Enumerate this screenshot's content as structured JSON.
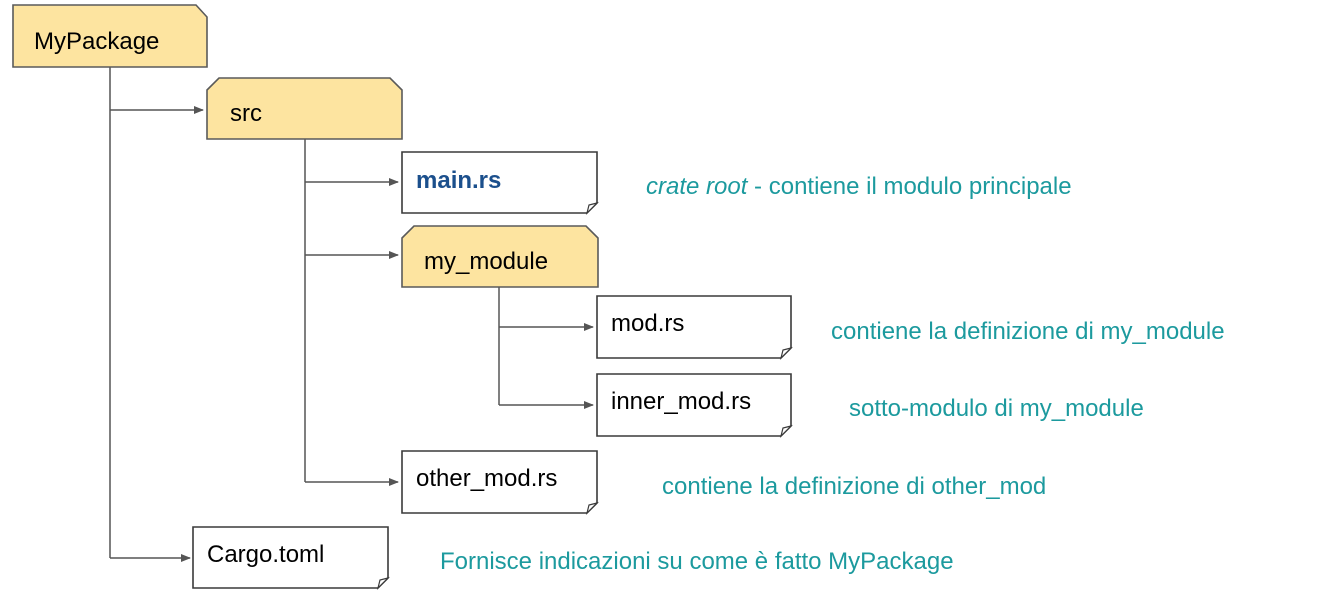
{
  "tree": {
    "root": {
      "label": "MyPackage"
    },
    "src": {
      "label": "src"
    },
    "main_rs": {
      "label": "main.rs"
    },
    "my_module": {
      "label": "my_module"
    },
    "mod_rs": {
      "label": "mod.rs"
    },
    "inner_mod_rs": {
      "label": "inner_mod.rs"
    },
    "other_mod_rs": {
      "label": "other_mod.rs"
    },
    "cargo_toml": {
      "label": "Cargo.toml"
    }
  },
  "notes": {
    "main_rs_em": "crate root",
    "main_rs_rest": " - contiene il modulo principale",
    "mod_rs": "contiene la definizione di my_module",
    "inner_mod_rs": "sotto-modulo di my_module",
    "other_mod_rs": "contiene la definizione di other_mod",
    "cargo_toml": "Fornisce indicazioni su come è fatto MyPackage"
  },
  "colors": {
    "folder_fill": "#fde4a0",
    "note_text": "#1c9a9e",
    "main_rs_text": "#1b4f8c"
  },
  "icons": {
    "folder": "folder-icon",
    "file": "file-icon"
  }
}
